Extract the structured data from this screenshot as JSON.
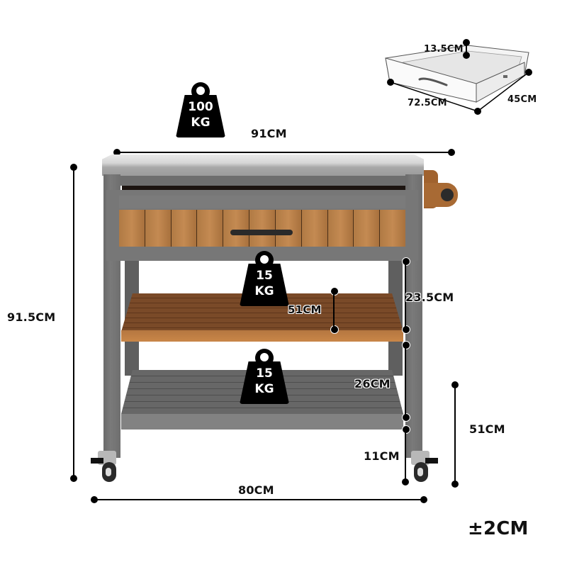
{
  "product": {
    "name": "Kitchen island cart with drawer, towel rack, two shelves and locking casters",
    "colors": {
      "frame": "#737373",
      "countertop": "#d8d8d8",
      "wood": "#b97c45",
      "annotation": "#000000",
      "background": "#ffffff"
    }
  },
  "load_ratings": {
    "top": {
      "value": "100",
      "unit": "KG"
    },
    "middle_shelf": {
      "value": "15",
      "unit": "KG"
    },
    "bottom_shelf": {
      "value": "15",
      "unit": "KG"
    }
  },
  "dimensions": {
    "top_width": "91CM",
    "total_height": "91.5CM",
    "base_width": "80CM",
    "shelf_depth": "51CM",
    "drawer_to_shelf": "23.5CM",
    "shelf_to_shelf": "26CM",
    "bottom_clearance": "11CM",
    "bottom_to_middle_shelf_height": "51CM",
    "tolerance": "±2CM"
  },
  "drawer_inset": {
    "height": "13.5CM",
    "width": "72.5CM",
    "depth": "45CM"
  }
}
